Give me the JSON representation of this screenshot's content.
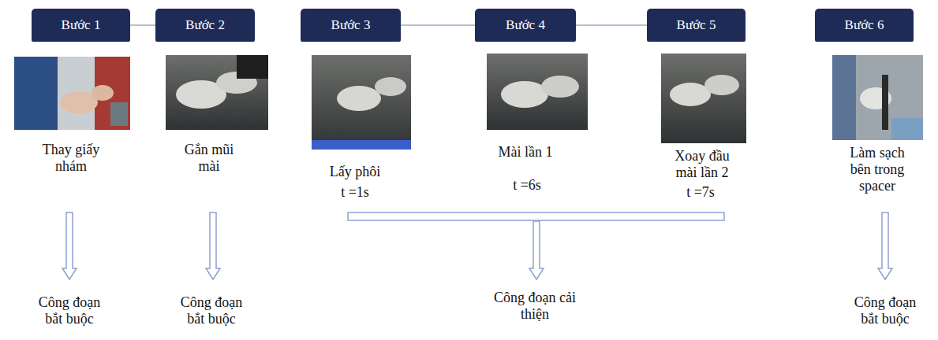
{
  "diagram": {
    "nodes": [
      {
        "text": [
          "Bước 1"
        ]
      },
      {
        "text": [
          "Bước 2"
        ]
      },
      {
        "text": [
          "Bước 3"
        ]
      },
      {
        "text": [
          "Bước 4"
        ]
      },
      {
        "text": [
          "Bước 5"
        ]
      },
      {
        "text": [
          "Bước 6"
        ]
      }
    ],
    "edges": [
      {
        "from": 0,
        "to": 1,
        "arrow": "none"
      },
      {
        "from": 2,
        "to": 3,
        "arrow": "none"
      },
      {
        "from": 3,
        "to": 4,
        "arrow": "none"
      }
    ],
    "labels": [
      "Thay giấy nhám",
      "Gắn mũi mài",
      "Lấy phôi",
      "t =1s",
      "Mài lần 1",
      "t =6s",
      "Xoay đầu mài lần 2",
      "t =7s",
      "Làm sạch bên trong spacer",
      "Công đoạn bắt buộc",
      "Công đoạn bắt buộc",
      "Công đoạn cải thiện",
      "Công đoạn bắt buộc"
    ]
  }
}
